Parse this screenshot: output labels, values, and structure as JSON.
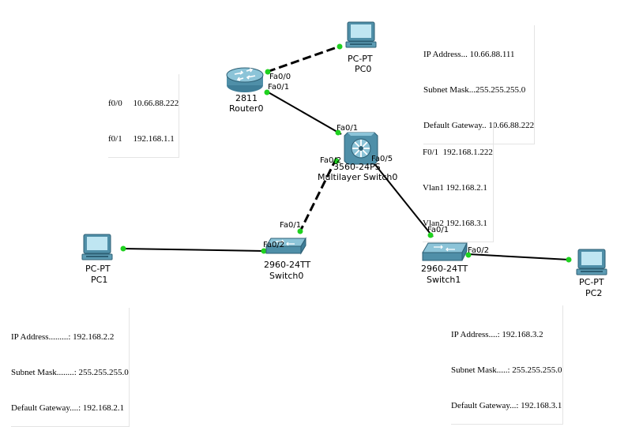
{
  "devices": {
    "pc0": {
      "type_label": "PC-PT",
      "name": "PC0"
    },
    "router0": {
      "type_label": "2811",
      "name": "Router0"
    },
    "mswitch0": {
      "type_label": "3560-24PS",
      "name": "Multilayer Switch0"
    },
    "switch0": {
      "type_label": "2960-24TT",
      "name": "Switch0"
    },
    "switch1": {
      "type_label": "2960-24TT",
      "name": "Switch1"
    },
    "pc1": {
      "type_label": "PC-PT",
      "name": "PC1"
    },
    "pc2": {
      "type_label": "PC-PT",
      "name": "PC2"
    }
  },
  "ports": {
    "router_fa00": "Fa0/0",
    "router_fa01": "Fa0/1",
    "ms_fa01": "Fa0/1",
    "ms_fa02": "Fa0/2",
    "ms_fa05": "Fa0/5",
    "sw0_fa01": "Fa0/1",
    "sw0_fa02": "Fa0/2",
    "sw1_fa01": "Fa0/1",
    "sw1_fa02": "Fa0/2"
  },
  "notes": {
    "pc0_config": [
      "IP Address... 10.66.88.111",
      "Subnet Mask...255.255.255.0",
      "Default Gateway.. 10.66.88.222"
    ],
    "router_config": [
      "f0/0     10.66.88.222",
      "f0/1     192.168.1.1"
    ],
    "ms_config": [
      "F0/1  192.168.1.222",
      "Vlan1 192.168.2.1",
      "Vlan2 192.168.3.1"
    ],
    "pc1_config": [
      "IP Address.........: 192.168.2.2",
      "Subnet Mask........: 255.255.255.0",
      "Default Gateway....: 192.168.2.1"
    ],
    "pc2_config": [
      "IP Address....: 192.168.3.2",
      "Subnet Mask.....: 255.255.255.0",
      "Default Gateway...: 192.168.3.1"
    ]
  },
  "colors": {
    "link": "#000000",
    "port_dot": "#1fd11f",
    "device_body": "#4f8fa8",
    "screen": "#bfe6f2"
  }
}
